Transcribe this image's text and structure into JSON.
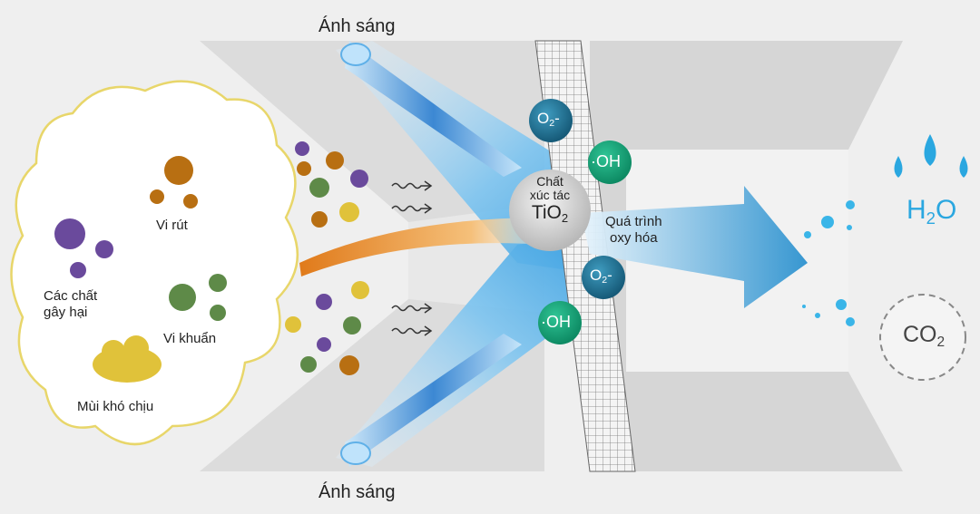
{
  "light": {
    "top": "Ánh sáng",
    "bottom": "Ánh sáng"
  },
  "pollutants": {
    "virus": "Vi rút",
    "harmful": "Các chất\ngây hại",
    "bacteria": "Vi khuẩn",
    "odor": "Mùi khó chịu"
  },
  "catalyst": {
    "line1": "Chất",
    "line2": "xúc tác",
    "formula": "TiO",
    "sub": "2"
  },
  "radicals": {
    "superoxide": "O",
    "superoxide_sub": "2",
    "superoxide_sup": "-",
    "hydroxyl": "·OH"
  },
  "process": {
    "line1": "Quá trình",
    "line2": "oxy hóa"
  },
  "products": {
    "water": "H",
    "water_sub": "2",
    "water_tail": "O",
    "co2": "CO",
    "co2_sub": "2"
  },
  "colors": {
    "virus": "#b86f12",
    "harmful": "#6a4a9c",
    "bacteria": "#5e8a48",
    "odor": "#e0c23a",
    "radical_o2": "#1f6f8f",
    "radical_oh": "#17a27a",
    "water": "#2aa7e0",
    "light": "#9fd3f5"
  }
}
